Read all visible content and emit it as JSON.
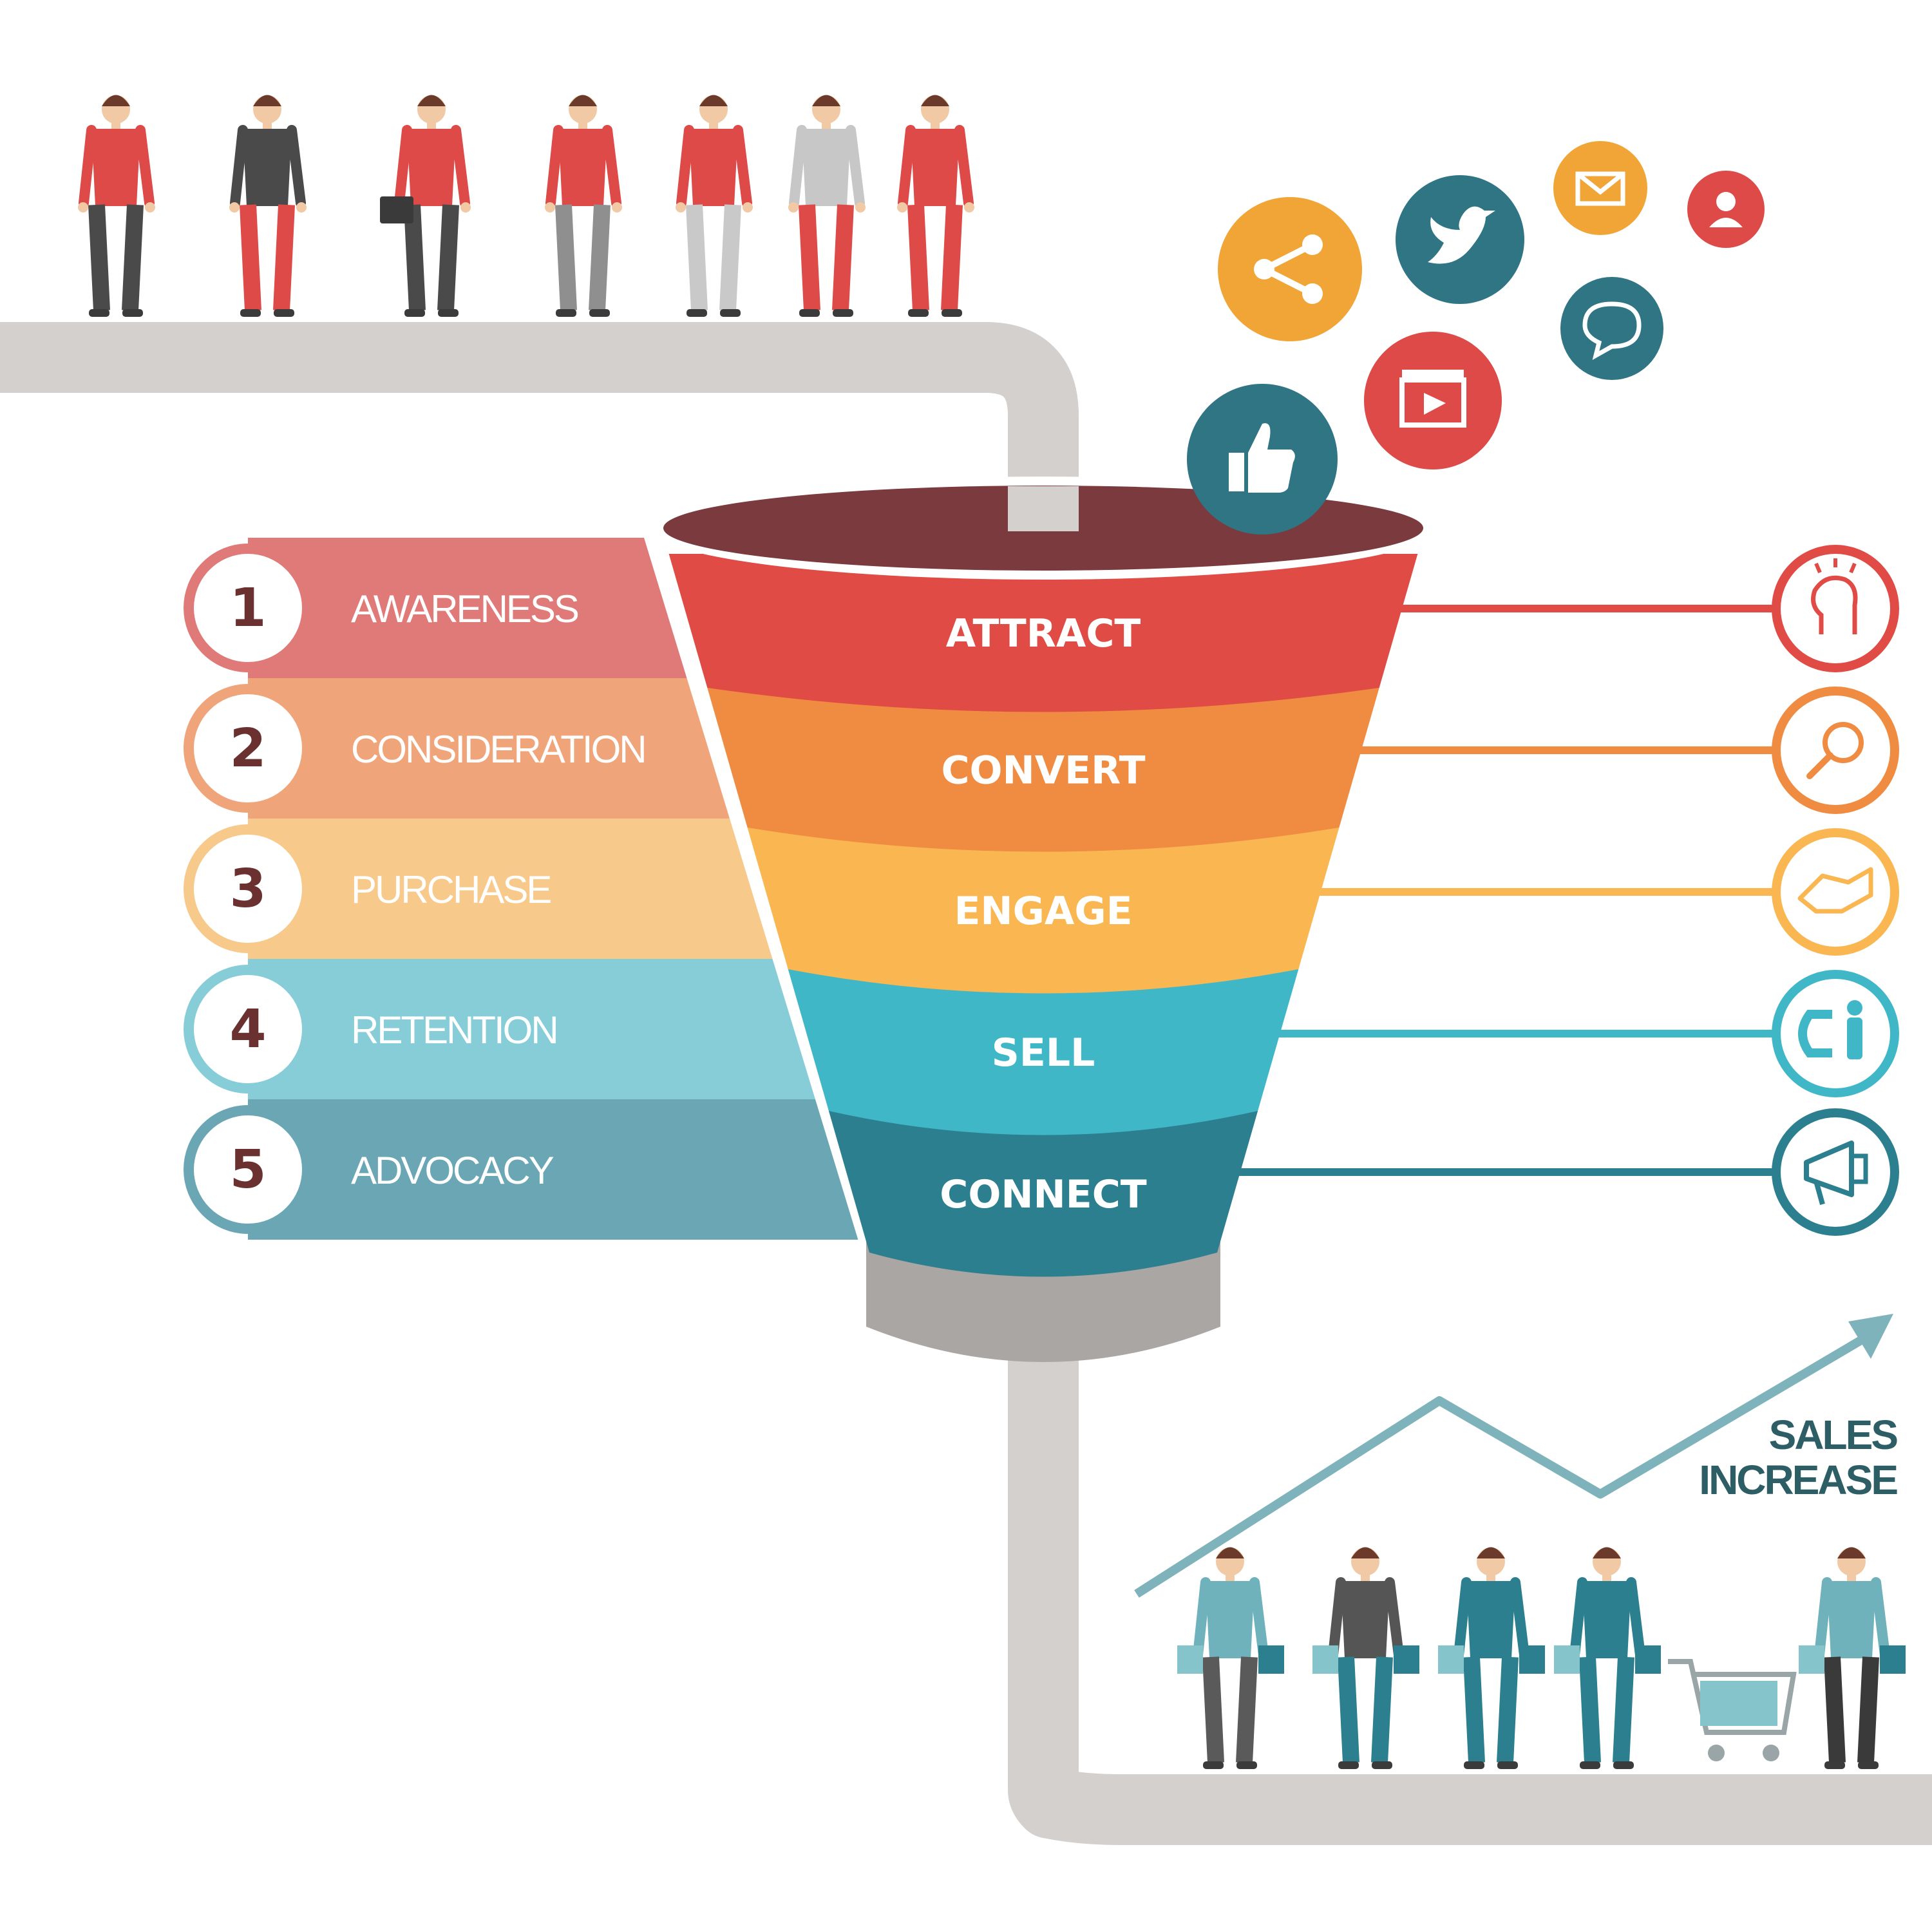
{
  "stages": [
    {
      "number": "1",
      "label": "AWARENESS",
      "color": "#e07a78"
    },
    {
      "number": "2",
      "label": "CONSIDERATION",
      "color": "#f0a47a"
    },
    {
      "number": "3",
      "label": "PURCHASE",
      "color": "#f7c98a"
    },
    {
      "number": "4",
      "label": "RETENTION",
      "color": "#86cdd8"
    },
    {
      "number": "5",
      "label": "ADVOCACY",
      "color": "#6aa6b3"
    }
  ],
  "funnel": [
    {
      "label": "ATTRACT",
      "color": "#e04b45",
      "icon": "idea-head-icon"
    },
    {
      "label": "CONVERT",
      "color": "#f08b42",
      "icon": "magnifier-icon"
    },
    {
      "label": "ENGAGE",
      "color": "#f9b651",
      "icon": "handshake-icon"
    },
    {
      "label": "SELL",
      "color": "#3fb7c7",
      "icon": "magnet-person-icon"
    },
    {
      "label": "CONNECT",
      "color": "#2c7f8e",
      "icon": "megaphone-icon"
    }
  ],
  "social_icons": [
    "share-icon",
    "twitter-icon",
    "mail-icon",
    "user-icon",
    "chat-icon",
    "video-icon",
    "like-icon"
  ],
  "sales": {
    "line1": "SALES",
    "line2": "INCREASE"
  },
  "colors": {
    "road": "#d3d0cd",
    "number_text": "#6b3030",
    "funnel_rim": "#7a3a3e",
    "funnel_base": "#aaa6a3",
    "teal": "#2f7583",
    "red": "#dd4a48",
    "orange": "#f0a536",
    "grey_teal": "#7fb3bb"
  }
}
